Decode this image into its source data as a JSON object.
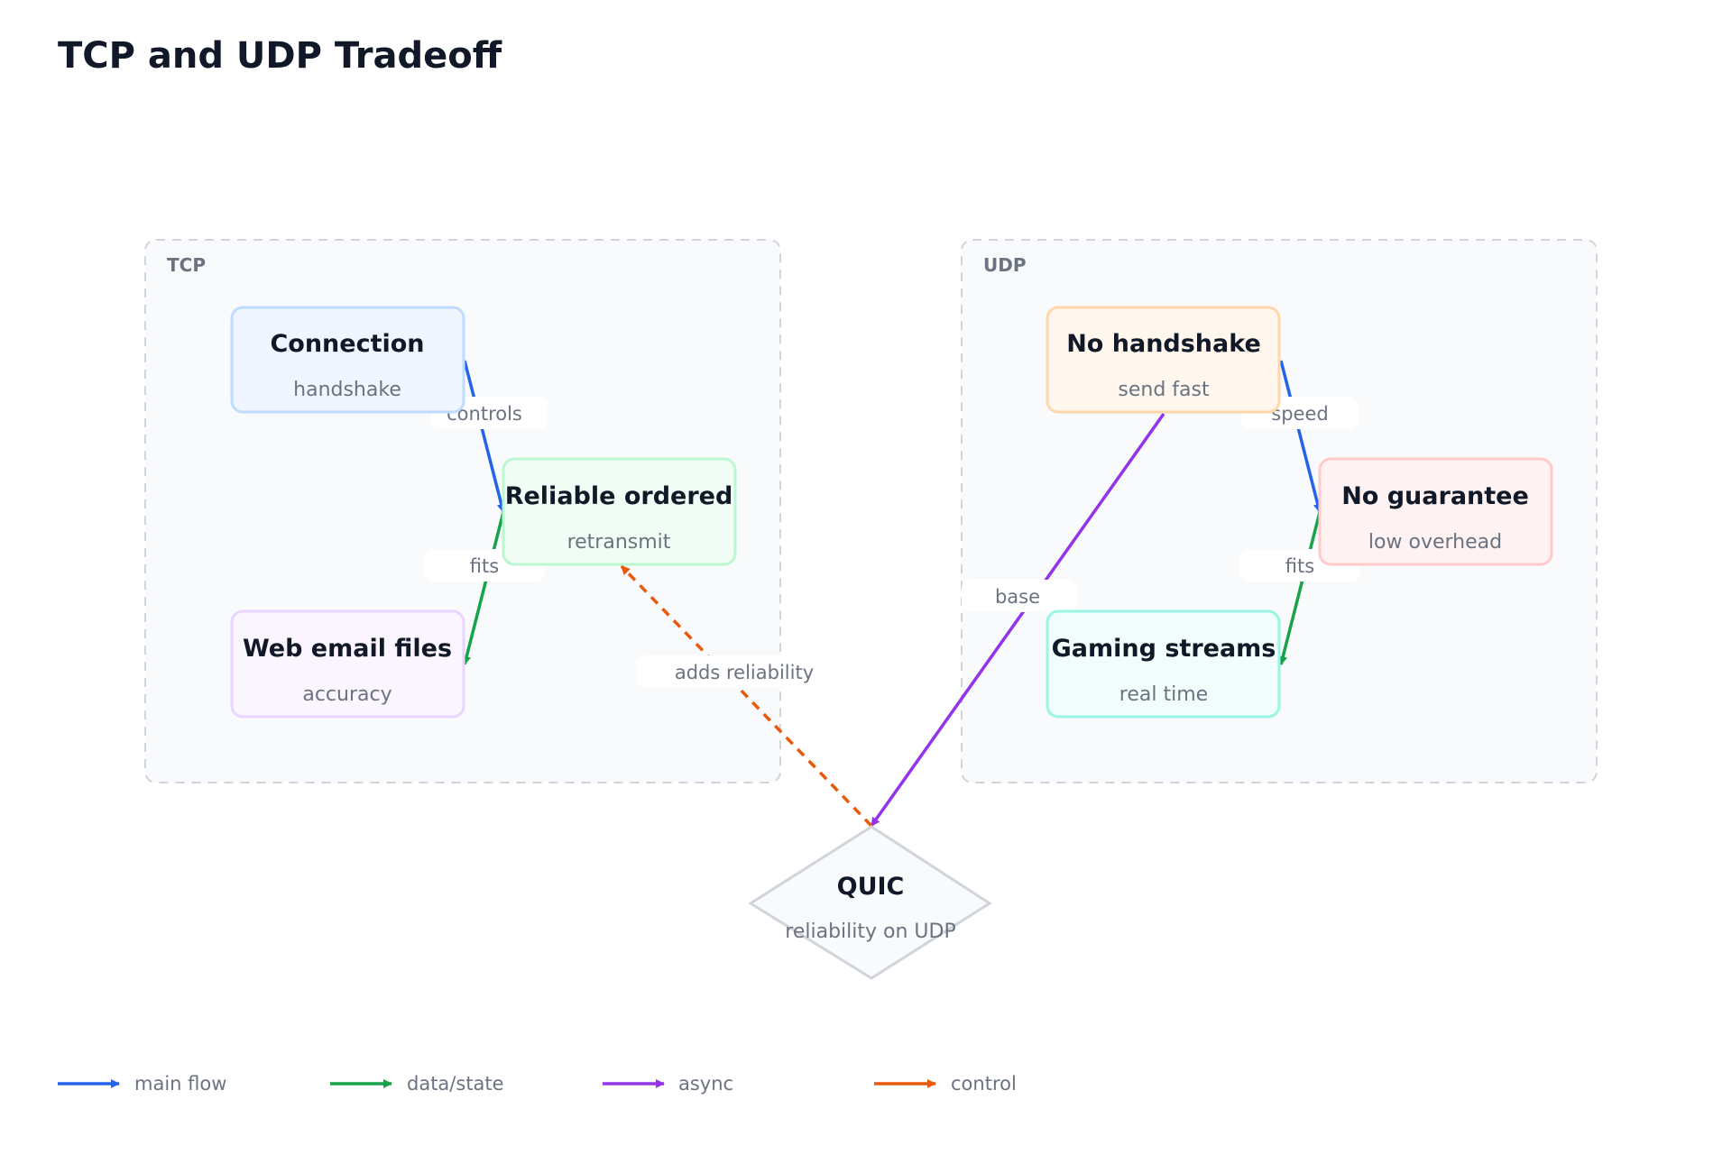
{
  "title": "TCP and UDP Tradeoff",
  "groups": {
    "tcp": {
      "label": "TCP"
    },
    "udp": {
      "label": "UDP"
    }
  },
  "nodes": {
    "connection": {
      "title": "Connection",
      "subtitle": "handshake",
      "fill": "#eff6ff",
      "stroke": "#bfdbfe"
    },
    "reliable": {
      "title": "Reliable ordered",
      "subtitle": "retransmit",
      "fill": "#f0fdf4",
      "stroke": "#bbf7d0"
    },
    "web": {
      "title": "Web email files",
      "subtitle": "accuracy",
      "fill": "#faf5ff",
      "stroke": "#e9d5ff"
    },
    "nohandshake": {
      "title": "No handshake",
      "subtitle": "send fast",
      "fill": "#fff7ed",
      "stroke": "#fed7aa"
    },
    "noguarantee": {
      "title": "No guarantee",
      "subtitle": "low overhead",
      "fill": "#fef2f2",
      "stroke": "#fecaca"
    },
    "gaming": {
      "title": "Gaming streams",
      "subtitle": "real time",
      "fill": "#f0fdfa",
      "stroke": "#99f6e4"
    },
    "quic": {
      "title": "QUIC",
      "subtitle": "reliability on UDP",
      "fill": "#f9fafb",
      "stroke": "#d1d5db"
    }
  },
  "edges": {
    "controls": {
      "label": "controls",
      "color": "#2563eb"
    },
    "fits_tcp": {
      "label": "fits",
      "color": "#16a34a"
    },
    "speed": {
      "label": "speed",
      "color": "#2563eb"
    },
    "fits_udp": {
      "label": "fits",
      "color": "#16a34a"
    },
    "base": {
      "label": "base",
      "color": "#9333ea"
    },
    "adds": {
      "label": "adds reliability",
      "color": "#ea580c"
    }
  },
  "legend": [
    {
      "label": "main flow",
      "color": "#2563eb"
    },
    {
      "label": "data/state",
      "color": "#16a34a"
    },
    {
      "label": "async",
      "color": "#9333ea"
    },
    {
      "label": "control",
      "color": "#ea580c"
    }
  ]
}
